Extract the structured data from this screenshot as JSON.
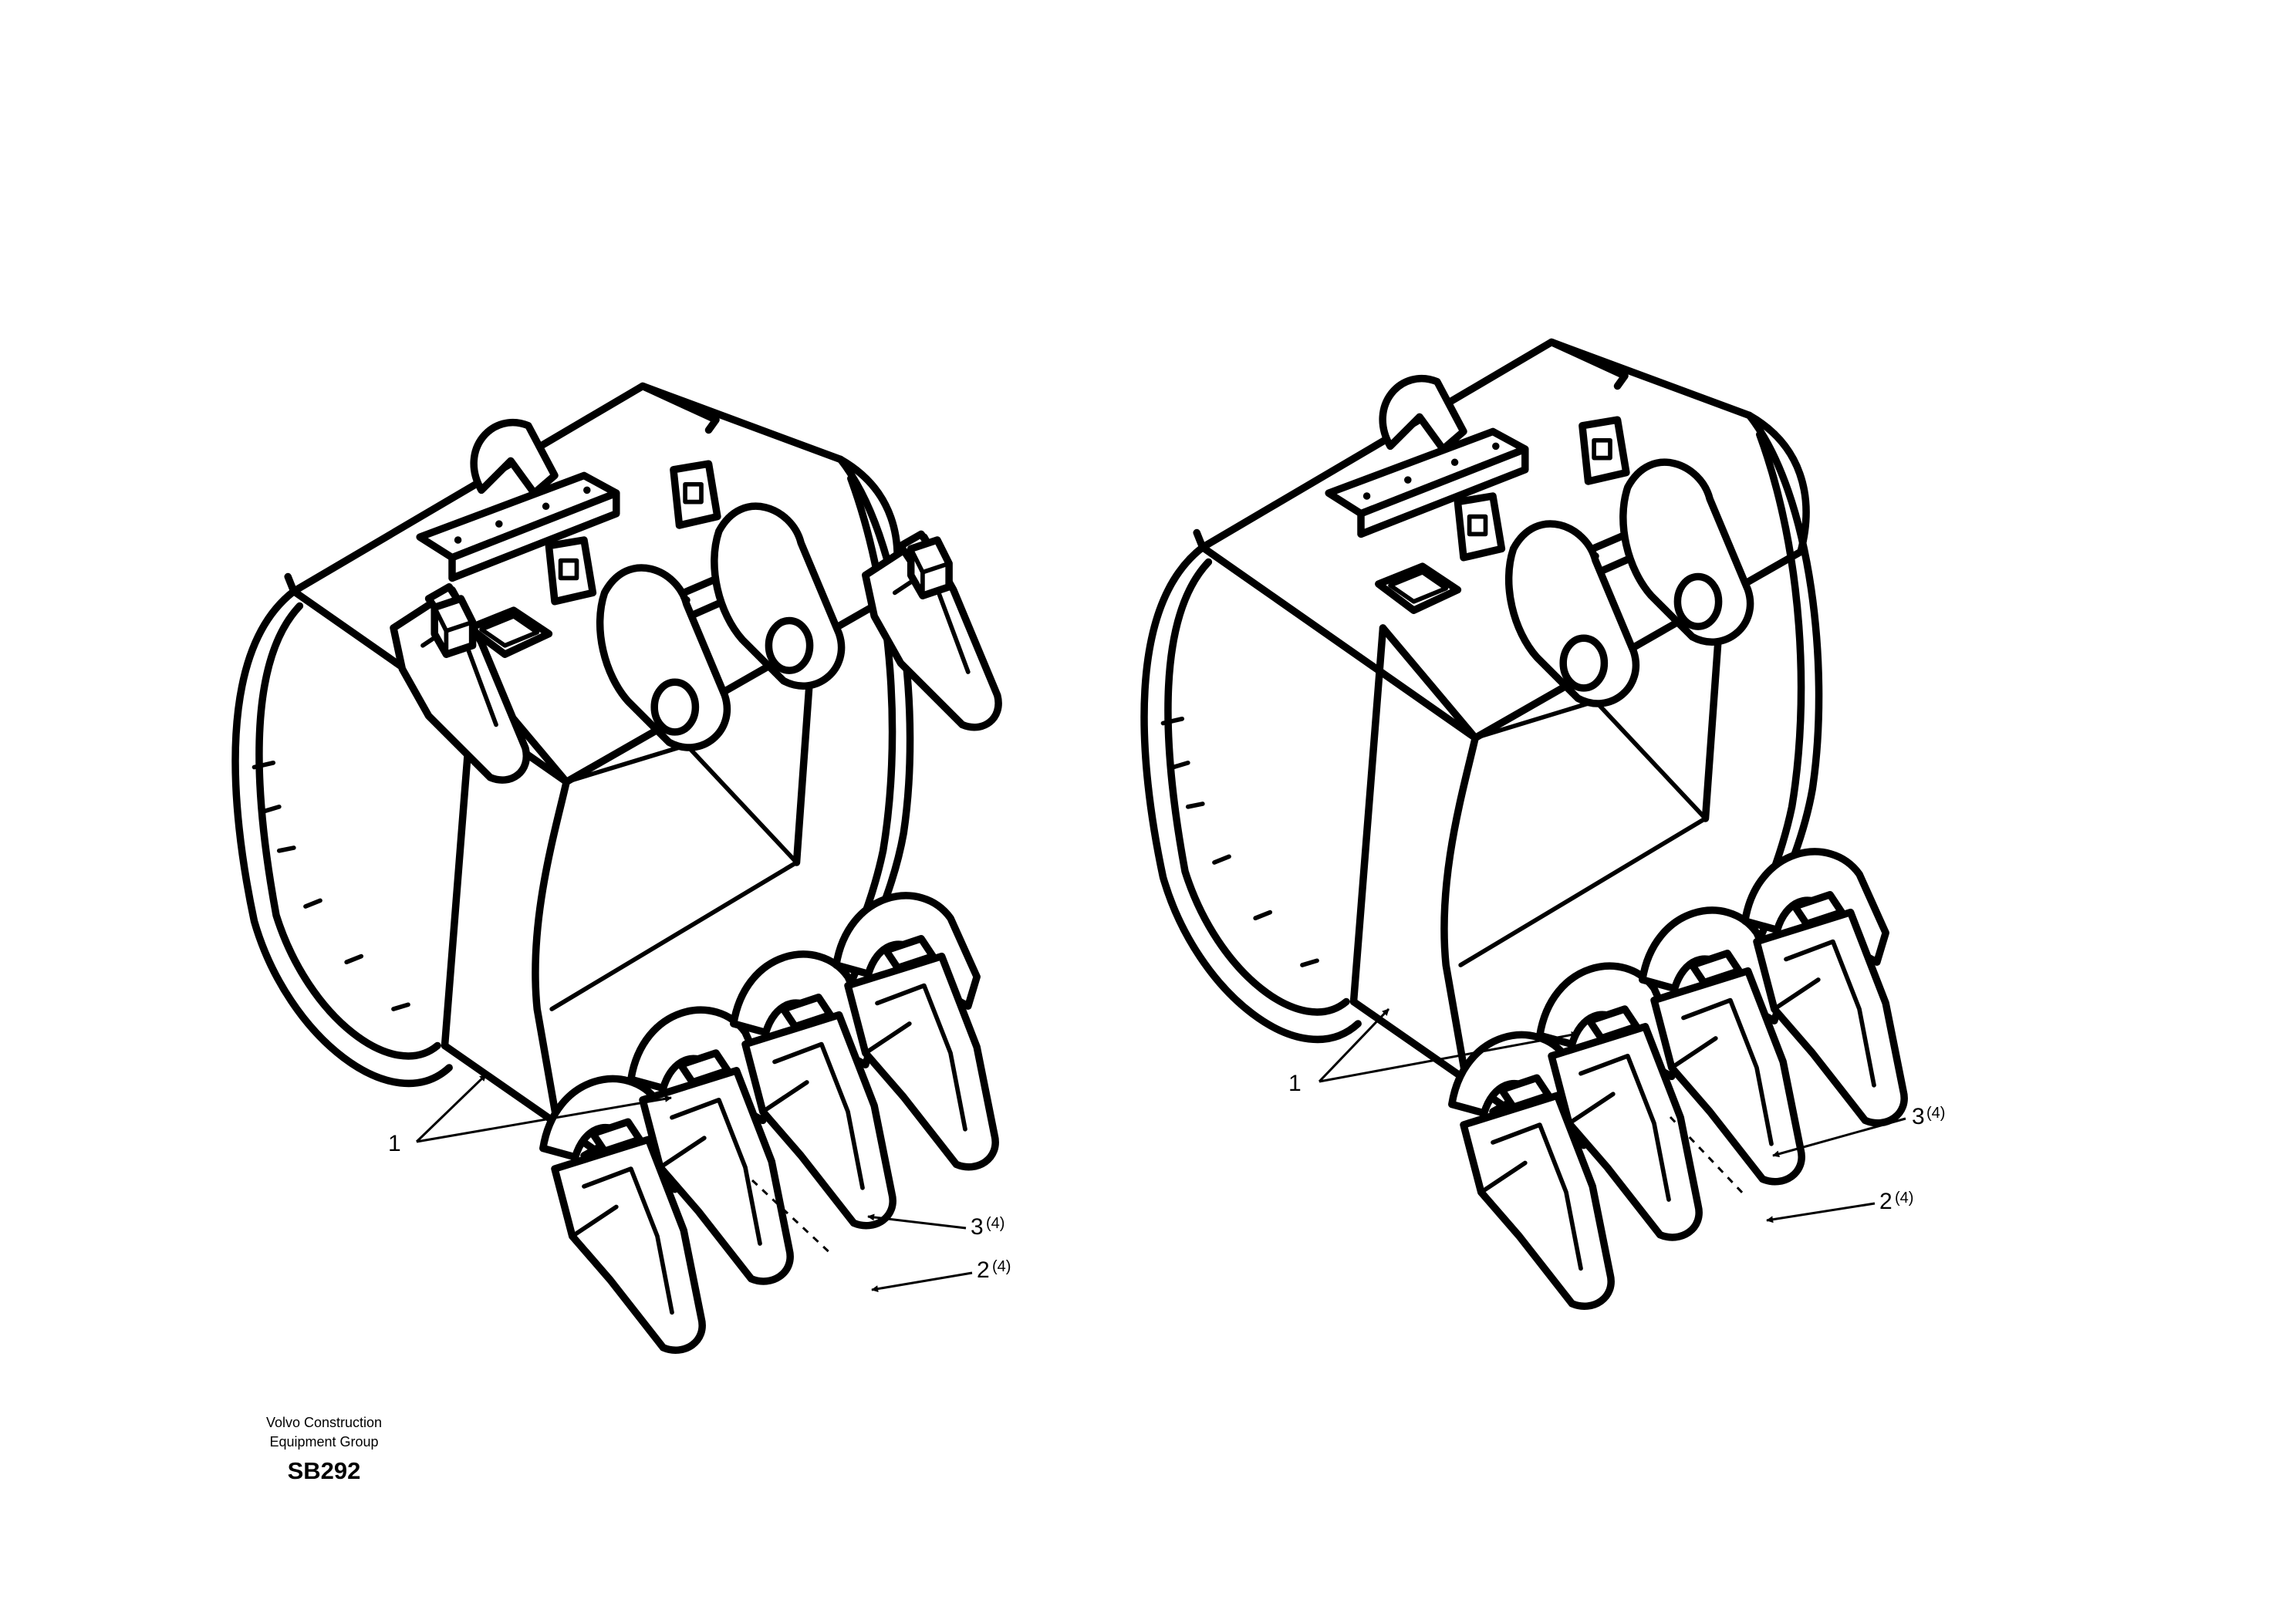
{
  "title_block": {
    "company_line1": "Volvo Construction",
    "company_line2": "Equipment Group",
    "code": "SB292"
  },
  "views": [
    {
      "name": "left",
      "callouts": [
        {
          "number": "1",
          "qty": ""
        },
        {
          "number": "2",
          "qty": "(4)"
        },
        {
          "number": "3",
          "qty": "(4)"
        }
      ]
    },
    {
      "name": "right",
      "callouts": [
        {
          "number": "1",
          "qty": ""
        },
        {
          "number": "2",
          "qty": "(4)"
        },
        {
          "number": "3",
          "qty": "(4)"
        }
      ]
    }
  ]
}
